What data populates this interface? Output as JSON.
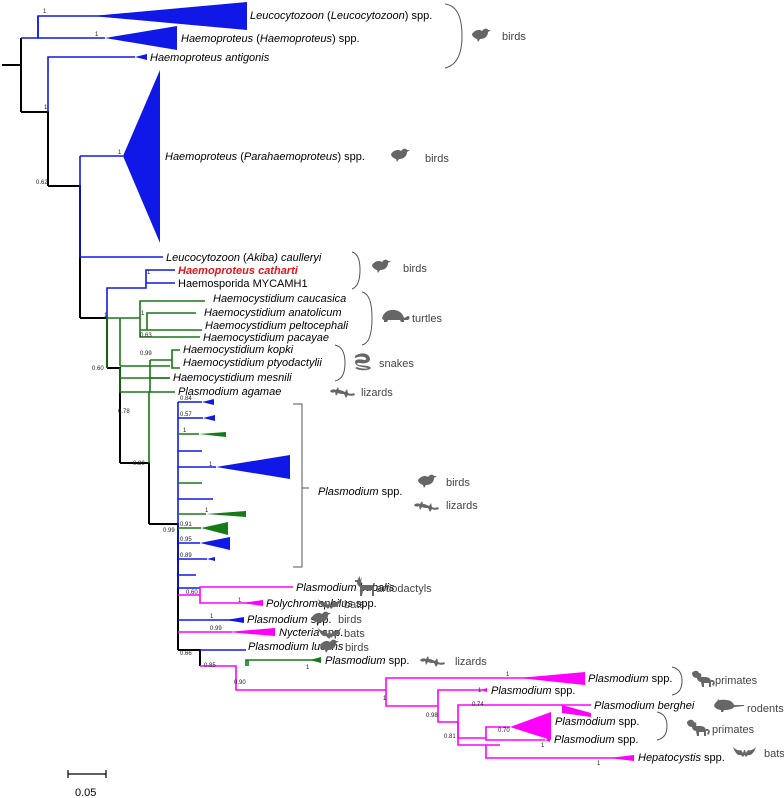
{
  "colors": {
    "black": "#000000",
    "blue": "#1018e8",
    "green": "#167a16",
    "magenta": "#ff00ff",
    "red": "#e8141b",
    "icon": "#666666"
  },
  "taxa": {
    "leuco_leuco": [
      "Leucocytozoon",
      " (",
      "Leucocytozoon",
      ") spp."
    ],
    "haemo_haemo": [
      "Haemoproteus",
      " (",
      "Haemoproteus",
      ") spp."
    ],
    "haemo_antigonis": "Haemoproteus antigonis",
    "haemo_para": [
      "Haemoproteus",
      " (",
      "Parahaemoproteus",
      ") spp."
    ],
    "leuco_akiba": [
      "Leucocytozoon",
      " (",
      "Akiba",
      ") caulleryi"
    ],
    "haemo_catharti": "Haemoproteus catharti",
    "mycamh1": "Haemosporida MYCAMH1",
    "hc_caucasica": "Haemocystidium caucasica",
    "hc_anatolicum": "Haemocystidium anatolicum",
    "hc_peltocephali": "Haemocystidium peltocephali",
    "hc_pacayae": "Haemocystidium pacayae",
    "hc_kopki": "Haemocystidium kopki",
    "hc_ptyodactylii": "Haemocystidium ptyodactylii",
    "hc_mesnili": "Haemocystidium mesnili",
    "p_agamae": "Plasmodium agamae",
    "plasmodium_spp_big": [
      "Plasmodium",
      " spp."
    ],
    "p_bubalis": "Plasmodium bubalis",
    "polychromophilus": [
      "Polychromophilus",
      " spp."
    ],
    "plasmodium_spp_birds": [
      "Plasmodium",
      " spp."
    ],
    "nycteria": [
      "Nycteria",
      " spp."
    ],
    "p_lucens": "Plasmodium lucens",
    "plasmodium_spp_lizards": [
      "Plasmodium",
      " spp."
    ],
    "plasmodium_spp_primates1": [
      "Plasmodium",
      " spp."
    ],
    "plasmodium_spp_2": [
      "Plasmodium",
      " spp."
    ],
    "p_berghei": "Plasmodium berghei",
    "plasmodium_spp_primates2": [
      "Plasmodium",
      " spp."
    ],
    "plasmodium_spp_3": [
      "Plasmodium",
      " spp."
    ],
    "hepatocystis": [
      "Hepatocystis",
      " spp."
    ]
  },
  "hosts": {
    "birds": "birds",
    "turtles": "turtles",
    "snakes": "snakes",
    "lizards": "lizards",
    "artiodactyls": "artiodactyls",
    "bats": "bats",
    "primates": "primates",
    "rodents": "rodents"
  },
  "support": {
    "n_leuco": "1",
    "n_haemo": "1",
    "n_root": "1",
    "n_para": "1",
    "n_062": "0.62",
    "n_catharti": "1",
    "n_060": "0.60",
    "n_turt": "1",
    "n_063": "0.63",
    "n_099s": "0.99",
    "n_078": "0.78",
    "n_080": "0.80",
    "n_084": "0.84",
    "n_057": "0.57",
    "n_g1": "1",
    "n_b1": "1",
    "n_g2": "1",
    "n_091": "0.91",
    "n_099b": "0.99",
    "n_095": "0.95",
    "n_089": "0.89",
    "n_060b": "0.60",
    "n_poly": "1",
    "n_pbirds": "1",
    "n_099n": "0.99",
    "n_066": "0.66",
    "n_085": "0.85",
    "n_pliz": "1",
    "n_090": "0.90",
    "n_prim1": "1",
    "n_1m": "1",
    "n_098": "0.98",
    "n_074": "0.74",
    "n_070": "0.70",
    "n_081": "0.81",
    "n_1m2": "1",
    "n_hep": "1",
    "n_pspp2": "1"
  },
  "scale_bar": {
    "label": "0.05"
  }
}
